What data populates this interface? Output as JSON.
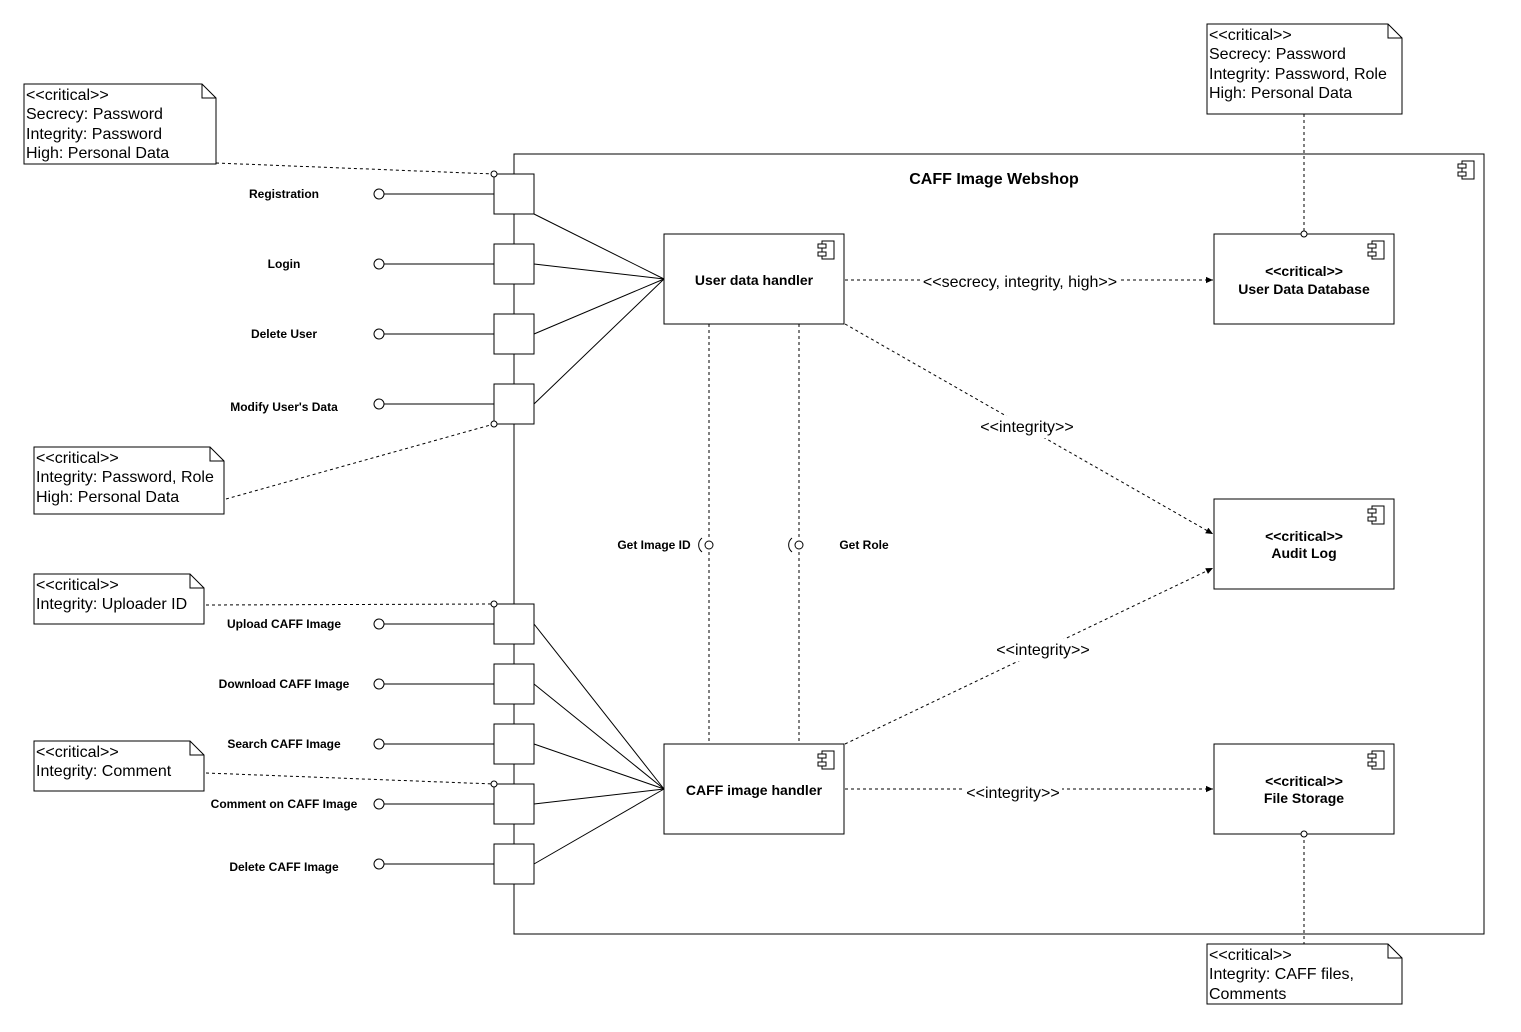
{
  "diagram": {
    "title": "CAFF Image Webshop",
    "components": {
      "user_data_handler": "User data handler",
      "caff_image_handler": "CAFF image handler",
      "user_db": {
        "stereotype": "<<critical>>",
        "name": "User Data Database"
      },
      "audit_log": {
        "stereotype": "<<critical>>",
        "name": "Audit Log"
      },
      "file_storage": {
        "stereotype": "<<critical>>",
        "name": "File Storage"
      }
    },
    "ports": {
      "registration": "Registration",
      "login": "Login",
      "delete_user": "Delete User",
      "modify_user": "Modify User's Data",
      "upload_caff": "Upload CAFF Image",
      "download_caff": "Download CAFF Image",
      "search_caff": "Search CAFF Image",
      "comment_caff": "Comment on CAFF Image",
      "delete_caff": "Delete CAFF Image"
    },
    "required_interfaces": {
      "get_image_id": "Get Image ID",
      "get_role": "Get Role"
    },
    "edges": {
      "udh_to_db": "<<secrecy, integrity, high>>",
      "udh_to_audit": "<<integrity>>",
      "cih_to_audit": "<<integrity>>",
      "cih_to_storage": "<<integrity>>"
    },
    "notes": {
      "registration": [
        "<<critical>>",
        "Secrecy: Password",
        "Integrity: Password",
        "High: Personal Data"
      ],
      "modify_user": [
        "<<critical>>",
        "Integrity: Password, Role",
        "High: Personal Data"
      ],
      "upload_caff": [
        "<<critical>>",
        "Integrity: Uploader ID"
      ],
      "comment_caff": [
        "<<critical>>",
        "Integrity: Comment"
      ],
      "user_db": [
        "<<critical>>",
        "Secrecy: Password",
        "Integrity: Password, Role",
        "High: Personal Data"
      ],
      "file_storage": [
        "<<critical>>",
        "Integrity: CAFF files,",
        "Comments"
      ]
    }
  }
}
